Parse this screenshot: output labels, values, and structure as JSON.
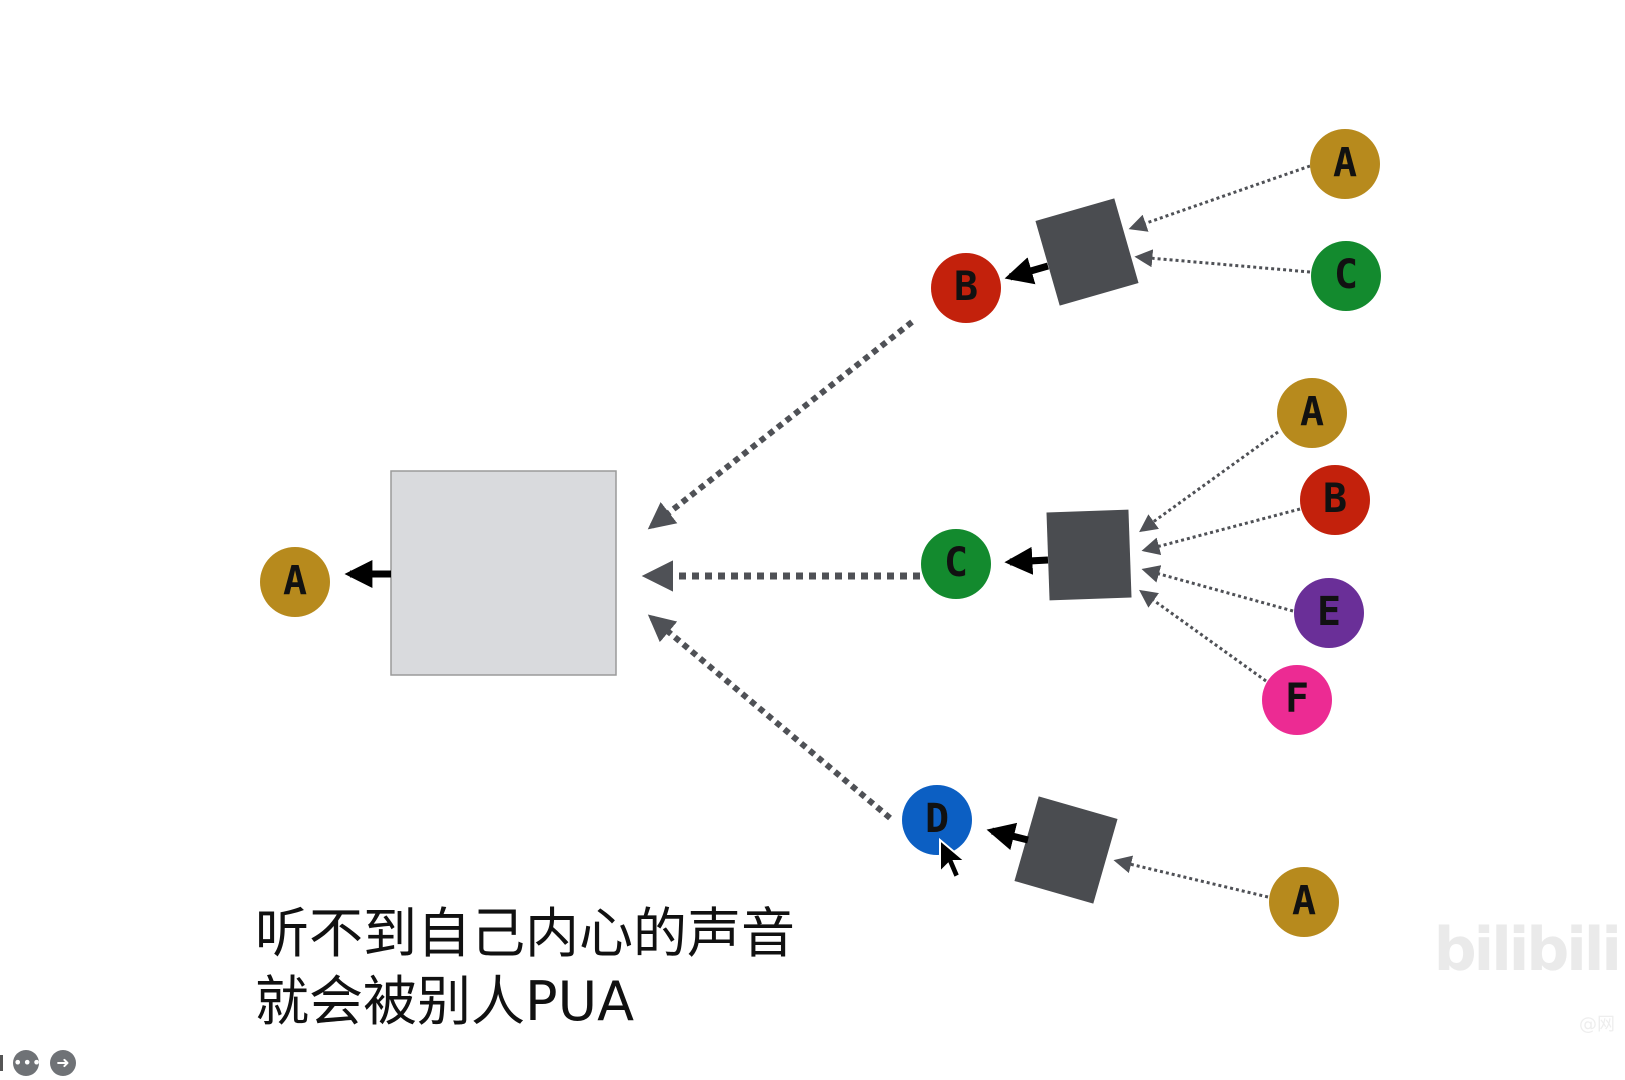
{
  "caption": {
    "line1": "听不到自己内心的声音",
    "line2": "就会被别人PUA"
  },
  "nodes": {
    "output": "A",
    "b_top": "B",
    "b_in_a": "A",
    "b_in_c": "C",
    "c_mid": "C",
    "c_in_a": "A",
    "c_in_b": "B",
    "c_in_e": "E",
    "c_in_f": "F",
    "d_bot": "D",
    "d_in_a": "A"
  },
  "colors": {
    "A": "#b78a1d",
    "B": "#c3210c",
    "C": "#138a2e",
    "D": "#0c5fc3",
    "E": "#6a2f98",
    "F": "#ec2b93",
    "main_box": "#d9dadd",
    "small_box": "#4a4c50",
    "dotted": "#555555",
    "solid": "#000000"
  },
  "watermark": {
    "logo": "bilibili",
    "sub": "@网"
  },
  "controls": {
    "more_icon": "more-icon",
    "next_icon": "arrow-right-icon"
  }
}
